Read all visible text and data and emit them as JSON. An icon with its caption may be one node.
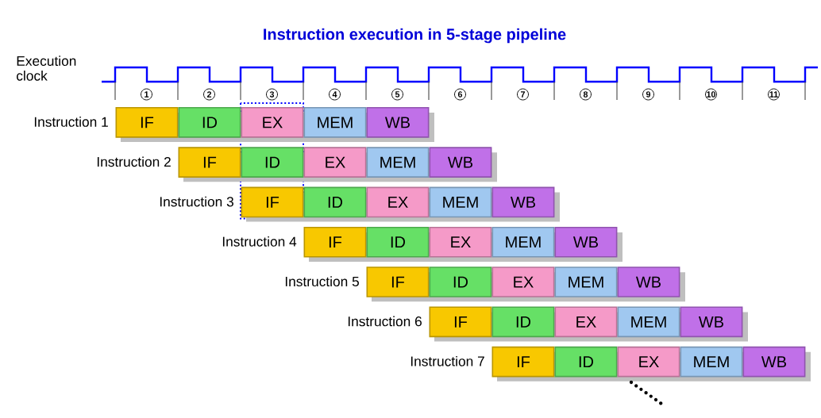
{
  "diagram": {
    "title": "Instruction execution in 5-stage pipeline",
    "nodes": [
      {
        "text": [
          "IF"
        ]
      },
      {
        "text": [
          "ID"
        ]
      },
      {
        "text": [
          "EX"
        ]
      },
      {
        "text": [
          "MEM"
        ]
      },
      {
        "text": [
          "WB"
        ]
      },
      {
        "text": [
          "IF"
        ]
      },
      {
        "text": [
          "ID"
        ]
      },
      {
        "text": [
          "EX"
        ]
      },
      {
        "text": [
          "MEM"
        ]
      },
      {
        "text": [
          "WB"
        ]
      },
      {
        "text": [
          "IF"
        ]
      },
      {
        "text": [
          "ID"
        ]
      },
      {
        "text": [
          "EX"
        ]
      },
      {
        "text": [
          "MEM"
        ]
      },
      {
        "text": [
          "WB"
        ]
      },
      {
        "text": [
          "IF"
        ]
      },
      {
        "text": [
          "ID"
        ]
      },
      {
        "text": [
          "EX"
        ]
      },
      {
        "text": [
          "MEM"
        ]
      },
      {
        "text": [
          "WB"
        ]
      },
      {
        "text": [
          "IF"
        ]
      },
      {
        "text": [
          "ID"
        ]
      },
      {
        "text": [
          "EX"
        ]
      },
      {
        "text": [
          "MEM"
        ]
      },
      {
        "text": [
          "WB"
        ]
      },
      {
        "text": [
          "IF"
        ]
      },
      {
        "text": [
          "ID"
        ]
      },
      {
        "text": [
          "EX"
        ]
      },
      {
        "text": [
          "MEM"
        ]
      },
      {
        "text": [
          "WB"
        ]
      },
      {
        "text": [
          "IF"
        ]
      },
      {
        "text": [
          "ID"
        ]
      },
      {
        "text": [
          "EX"
        ]
      },
      {
        "text": [
          "MEM"
        ]
      },
      {
        "text": [
          "WB"
        ]
      }
    ],
    "labels": [
      "Execution clock",
      "1",
      "2",
      "3",
      "4",
      "5",
      "6",
      "7",
      "8",
      "9",
      "10",
      "11",
      "Instruction 1",
      "Instruction 2",
      "Instruction 3",
      "Instruction 4",
      "Instruction 5",
      "Instruction 6",
      "Instruction 7"
    ]
  }
}
